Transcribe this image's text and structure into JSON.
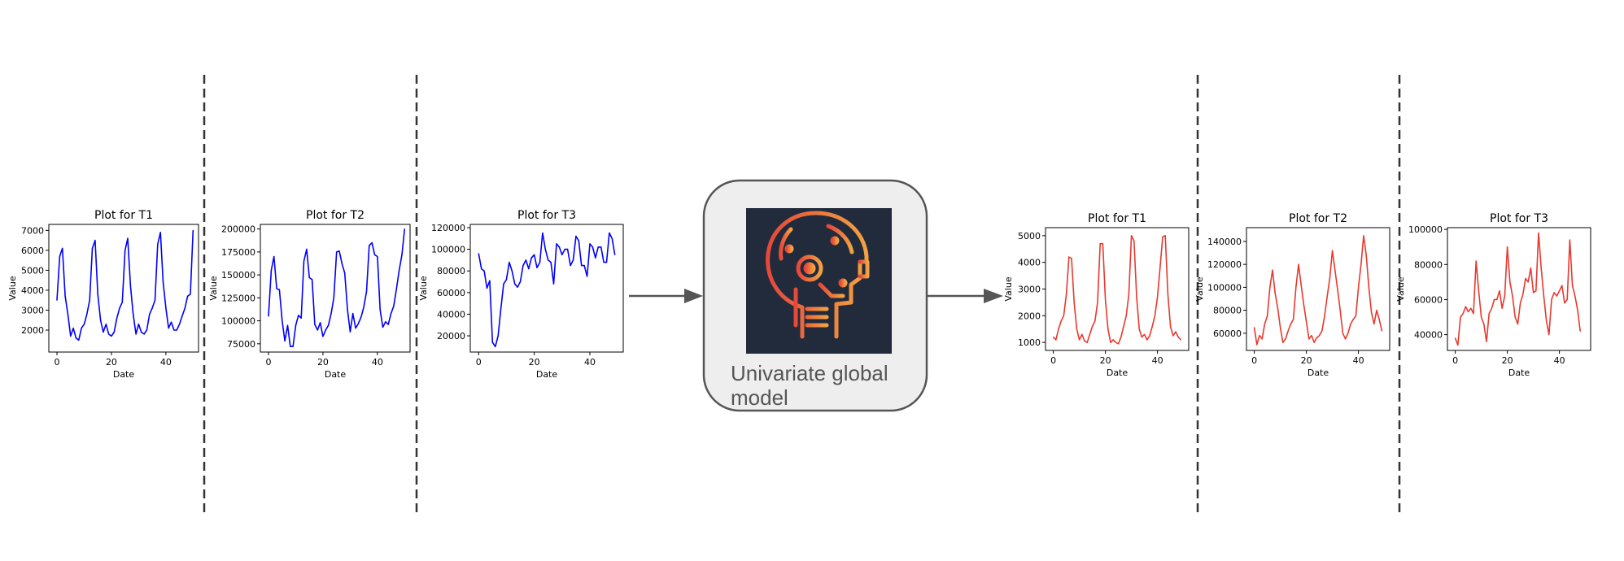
{
  "model": {
    "label_line1": "Univariate global",
    "label_line2": "model",
    "icon": "ai-head-icon"
  },
  "colors": {
    "input_series": "#0000ff",
    "output_series": "#e8392e",
    "separator": "#333333",
    "arrow": "#555555",
    "model_box_fill": "#eeeeee",
    "model_box_stroke": "#555555",
    "icon_bg": "#222b3c"
  },
  "chart_data": [
    {
      "id": "in1",
      "type": "line",
      "title": "Plot for T1",
      "xlabel": "Date",
      "ylabel": "Value",
      "xlim": [
        -3,
        52
      ],
      "ylim": [
        900,
        7300
      ],
      "xticks": [
        0,
        20,
        40
      ],
      "yticks": [
        2000,
        3000,
        4000,
        5000,
        6000,
        7000
      ],
      "series": [
        {
          "values": [
            3500,
            5700,
            6100,
            3700,
            2800,
            1700,
            2100,
            1600,
            1500,
            2100,
            2300,
            2800,
            3500,
            6100,
            6500,
            3800,
            2500,
            1900,
            2300,
            1800,
            1700,
            1900,
            2600,
            3100,
            3400,
            6000,
            6600,
            4200,
            2800,
            1800,
            2300,
            1900,
            1800,
            2000,
            2800,
            3100,
            3500,
            6300,
            6900,
            4400,
            3100,
            2100,
            2400,
            2000,
            2000,
            2300,
            2700,
            3100,
            3700,
            3800,
            7000
          ]
        }
      ]
    },
    {
      "id": "in2",
      "type": "line",
      "title": "Plot for T2",
      "xlabel": "Date",
      "ylabel": "Value",
      "xlim": [
        -3,
        52
      ],
      "ylim": [
        66000,
        205000
      ],
      "xticks": [
        0,
        20,
        40
      ],
      "yticks": [
        75000,
        100000,
        125000,
        150000,
        175000,
        200000
      ],
      "series": [
        {
          "values": [
            105000,
            155000,
            170000,
            135000,
            134000,
            100000,
            78000,
            95000,
            72000,
            72000,
            95000,
            106000,
            103000,
            165000,
            178000,
            147000,
            145000,
            96000,
            90000,
            98000,
            83000,
            90000,
            95000,
            108000,
            125000,
            175000,
            176000,
            162000,
            152000,
            112000,
            88000,
            108000,
            92000,
            97000,
            104000,
            115000,
            132000,
            182000,
            185000,
            172000,
            170000,
            112000,
            93000,
            99000,
            96000,
            108000,
            116000,
            135000,
            155000,
            172000,
            200000
          ]
        }
      ]
    },
    {
      "id": "in3",
      "type": "line",
      "title": "Plot for T3",
      "xlabel": "Date",
      "ylabel": "Value",
      "xlim": [
        -3,
        52
      ],
      "ylim": [
        5000,
        123000
      ],
      "xticks": [
        0,
        20,
        40
      ],
      "yticks": [
        20000,
        40000,
        60000,
        80000,
        100000,
        120000
      ],
      "series": [
        {
          "values": [
            96000,
            82000,
            80000,
            64000,
            71000,
            14000,
            10000,
            20000,
            45000,
            68000,
            72000,
            88000,
            80000,
            68000,
            65000,
            70000,
            85000,
            90000,
            82000,
            92000,
            95000,
            83000,
            88000,
            115000,
            100000,
            90000,
            88000,
            68000,
            105000,
            102000,
            95000,
            100000,
            100000,
            85000,
            90000,
            112000,
            108000,
            85000,
            85000,
            75000,
            105000,
            102000,
            92000,
            102000,
            102000,
            88000,
            88000,
            115000,
            110000,
            95000
          ]
        }
      ]
    },
    {
      "id": "out1",
      "type": "line",
      "title": "Plot for T1",
      "xlabel": "Date",
      "ylabel": "Value",
      "xlim": [
        -3,
        52
      ],
      "ylim": [
        700,
        5300
      ],
      "xticks": [
        0,
        20,
        40
      ],
      "yticks": [
        1000,
        2000,
        3000,
        4000,
        5000
      ],
      "series": [
        {
          "values": [
            1200,
            1100,
            1500,
            1800,
            2000,
            2800,
            4200,
            4150,
            2500,
            1500,
            1100,
            1300,
            1050,
            1000,
            1300,
            1600,
            1800,
            2500,
            4700,
            4700,
            2600,
            1500,
            1000,
            1100,
            1000,
            950,
            1200,
            1600,
            2000,
            2800,
            5000,
            4800,
            2700,
            1500,
            1200,
            1300,
            1100,
            1250,
            1600,
            2000,
            2700,
            3800,
            4950,
            5000,
            2800,
            1600,
            1250,
            1400,
            1200,
            1100
          ]
        }
      ]
    },
    {
      "id": "out2",
      "type": "line",
      "title": "Plot for T2",
      "xlabel": "Date",
      "ylabel": "Value",
      "xlim": [
        -3,
        52
      ],
      "ylim": [
        45000,
        152000
      ],
      "xticks": [
        0,
        20,
        40
      ],
      "yticks": [
        60000,
        80000,
        100000,
        120000,
        140000
      ],
      "series": [
        {
          "values": [
            65000,
            50000,
            58000,
            55000,
            68000,
            75000,
            100000,
            115000,
            95000,
            82000,
            65000,
            52000,
            55000,
            62000,
            68000,
            72000,
            100000,
            120000,
            102000,
            85000,
            70000,
            55000,
            58000,
            52000,
            56000,
            58000,
            62000,
            75000,
            92000,
            108000,
            132000,
            115000,
            98000,
            80000,
            60000,
            55000,
            60000,
            68000,
            72000,
            75000,
            100000,
            120000,
            145000,
            128000,
            100000,
            78000,
            68000,
            80000,
            72000,
            62000
          ]
        }
      ]
    },
    {
      "id": "out3",
      "type": "line",
      "title": "Plot for T3",
      "xlabel": "Date",
      "ylabel": "Value",
      "xlim": [
        -3,
        52
      ],
      "ylim": [
        31000,
        101000
      ],
      "xticks": [
        0,
        20,
        40
      ],
      "yticks": [
        40000,
        60000,
        80000,
        100000
      ],
      "series": [
        {
          "values": [
            38000,
            34000,
            50000,
            52000,
            56000,
            53000,
            55000,
            52000,
            82000,
            65000,
            50000,
            46000,
            36000,
            52000,
            55000,
            60000,
            60000,
            65000,
            55000,
            62000,
            90000,
            70000,
            62000,
            50000,
            46000,
            58000,
            63000,
            72000,
            70000,
            78000,
            64000,
            65000,
            98000,
            78000,
            62000,
            48000,
            40000,
            60000,
            64000,
            62000,
            65000,
            68000,
            58000,
            60000,
            94000,
            68000,
            62000,
            54000,
            42000
          ]
        }
      ]
    }
  ]
}
